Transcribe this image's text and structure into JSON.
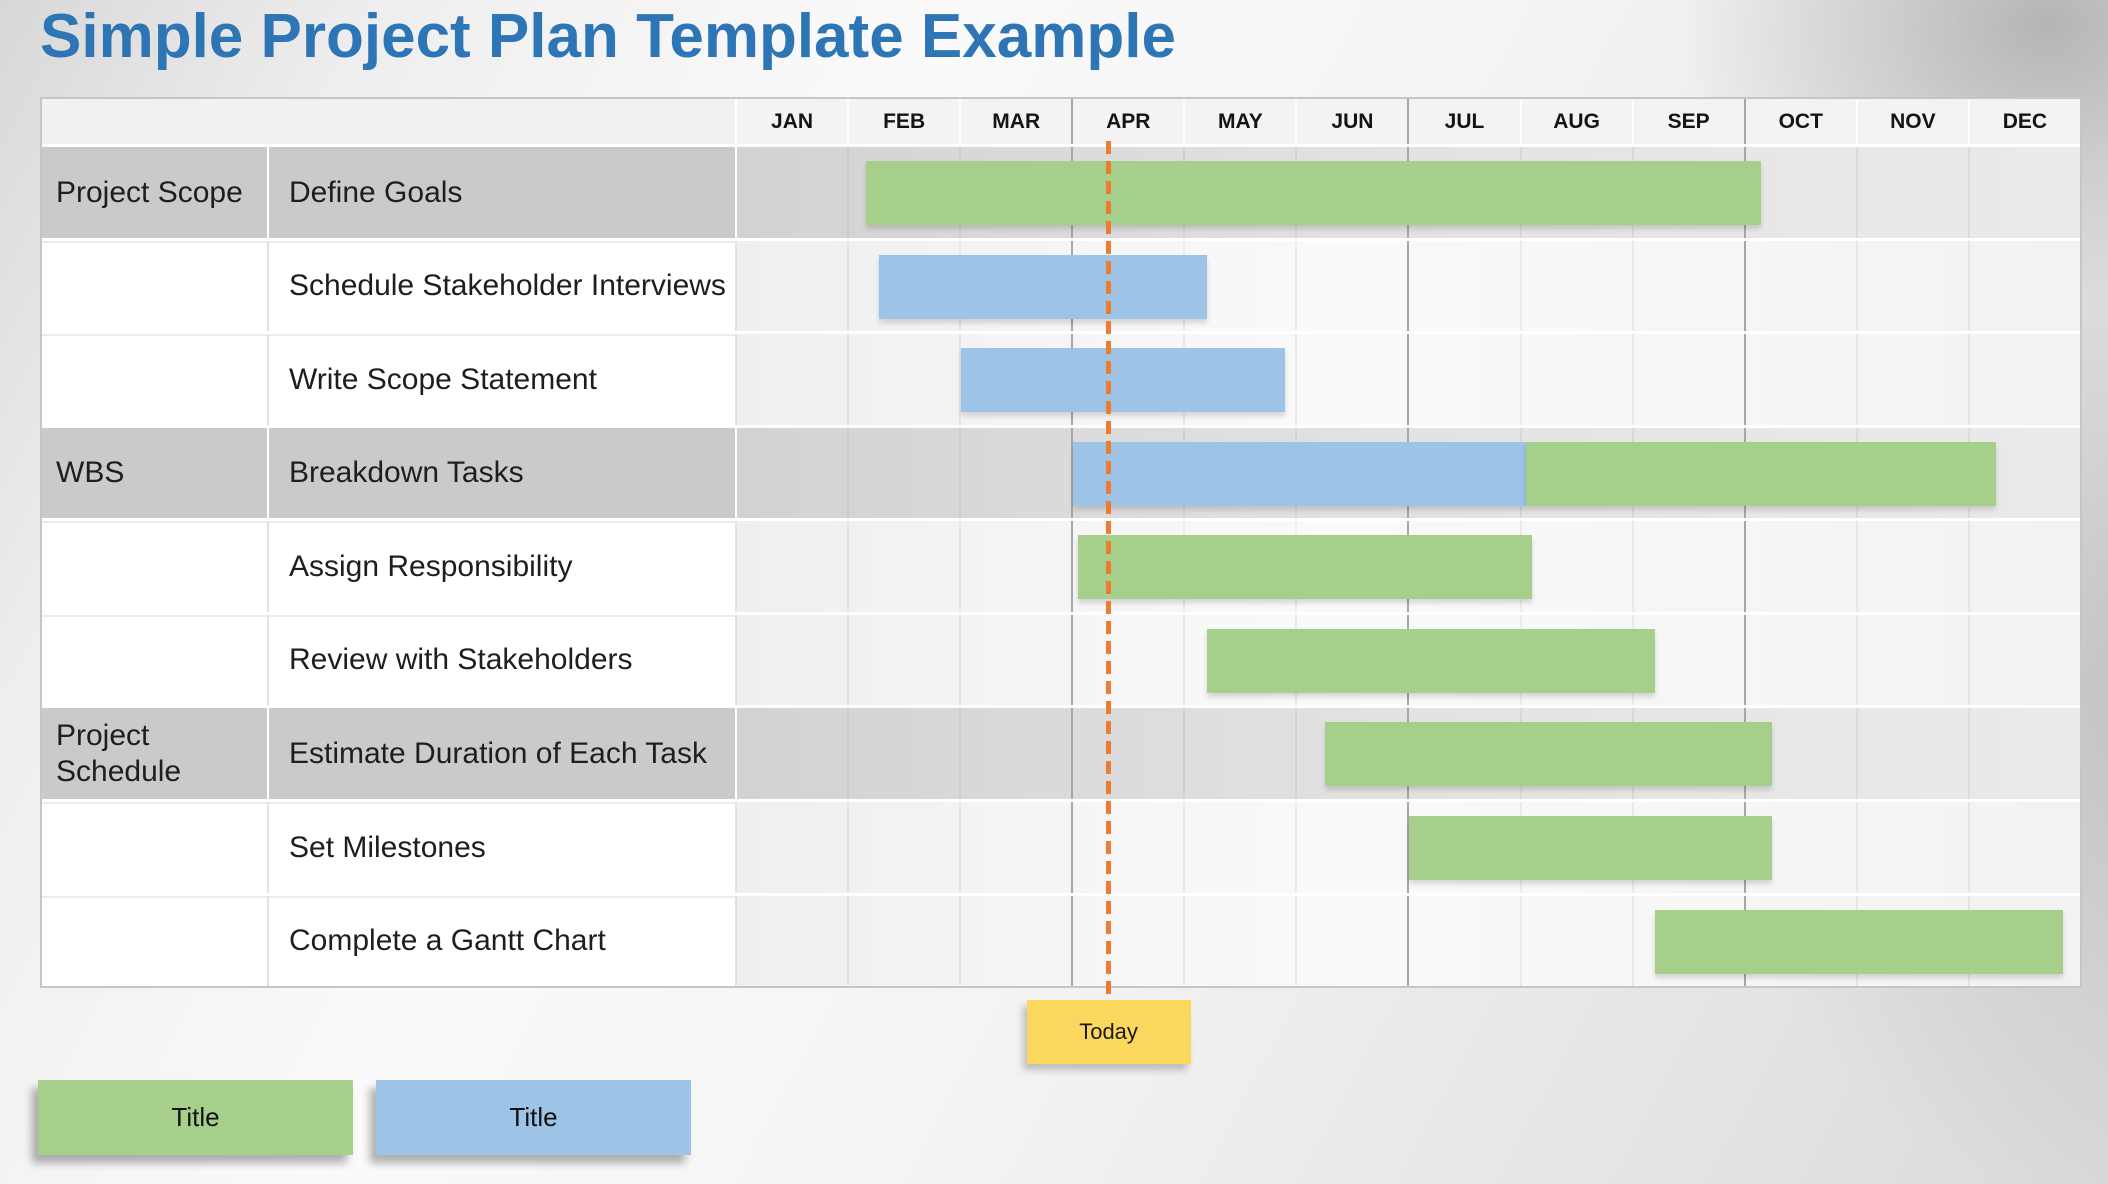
{
  "chart_data": {
    "type": "bar",
    "subtype": "gantt-project-plan",
    "title": "Simple Project Plan Template Example",
    "x_unit": "month",
    "x_range_months": [
      0,
      12
    ],
    "months": [
      "JAN",
      "FEB",
      "MAR",
      "APR",
      "MAY",
      "JUN",
      "JUL",
      "AUG",
      "SEP",
      "OCT",
      "NOV",
      "DEC"
    ],
    "quarter_gridlines_before": [
      "APR",
      "JUL",
      "OCT"
    ],
    "grid": "monthly vertical gridlines, heavier at quarter starts",
    "rows": [
      {
        "phase": "Project Scope",
        "task": "Define Goals",
        "shaded": true,
        "bars": [
          {
            "series": "green",
            "start_month": 1.15,
            "end_month": 9.15
          }
        ]
      },
      {
        "phase": "",
        "task": "Schedule Stakeholder Interviews",
        "shaded": false,
        "bars": [
          {
            "series": "blue",
            "start_month": 1.27,
            "end_month": 4.2
          }
        ]
      },
      {
        "phase": "",
        "task": "Write Scope Statement",
        "shaded": false,
        "bars": [
          {
            "series": "blue",
            "start_month": 2.0,
            "end_month": 4.9
          }
        ]
      },
      {
        "phase": "WBS",
        "task": "Breakdown Tasks",
        "shaded": true,
        "bars": [
          {
            "series": "blue",
            "start_month": 3.0,
            "end_month": 7.05
          },
          {
            "series": "green",
            "start_month": 7.05,
            "end_month": 11.25
          }
        ]
      },
      {
        "phase": "",
        "task": "Assign Responsibility",
        "shaded": false,
        "bars": [
          {
            "series": "green",
            "start_month": 3.05,
            "end_month": 7.1
          }
        ]
      },
      {
        "phase": "",
        "task": "Review with Stakeholders",
        "shaded": false,
        "bars": [
          {
            "series": "green",
            "start_month": 4.2,
            "end_month": 8.2
          }
        ]
      },
      {
        "phase": "Project Schedule",
        "task": "Estimate Duration of Each Task",
        "shaded": true,
        "bars": [
          {
            "series": "green",
            "start_month": 5.25,
            "end_month": 9.25
          }
        ]
      },
      {
        "phase": "",
        "task": "Set Milestones",
        "shaded": false,
        "bars": [
          {
            "series": "green",
            "start_month": 6.0,
            "end_month": 9.25
          }
        ]
      },
      {
        "phase": "",
        "task": "Complete a Gantt Chart",
        "shaded": false,
        "bars": [
          {
            "series": "green",
            "start_month": 8.2,
            "end_month": 11.85
          }
        ]
      }
    ],
    "today_marker": {
      "label": "Today",
      "month": 3.32
    },
    "legend": [
      {
        "label": "Title",
        "series": "green"
      },
      {
        "label": "Title",
        "series": "blue"
      }
    ],
    "series_colors": {
      "green": "#A6CF8C",
      "blue": "#9DC3E6"
    },
    "accent_colors": {
      "title": "#2E75B6",
      "today_box": "#FCD75E",
      "today_line": "#EC7C30"
    },
    "legend_position": "bottom-left"
  }
}
